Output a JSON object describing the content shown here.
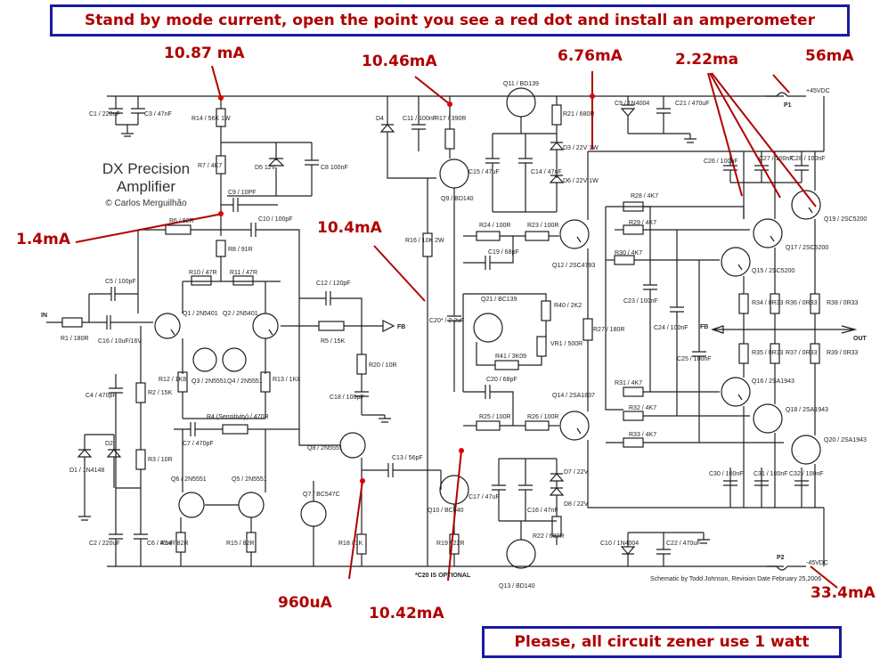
{
  "header_note": "Stand by mode current, open the point you see a red dot and install an amperometer",
  "footer_note": "Please, all circuit zener use 1 watt",
  "title": {
    "line1": "DX Precision",
    "line2": "Amplifier",
    "credit": "© Carlos Merguilhão"
  },
  "currents": {
    "c1087": "10.87 mA",
    "c1046": "10.46mA",
    "c676": "6.76mA",
    "c222": "2.22ma",
    "c56": "56mA",
    "c14": "1.4mA",
    "c104": "10.4mA",
    "c960": "960uA",
    "c1042": "10.42mA",
    "c334": "33.4mA"
  },
  "footnotes": {
    "optional": "*C20 IS OPTIONAL",
    "schematic": "Schematic by Todd Johnson, Revision Date February 25,2006"
  },
  "labels": {
    "in": "IN",
    "out": "OUT",
    "fb": "FB",
    "p1": "P1",
    "p2": "P2",
    "pos_rail": "+45VDC",
    "neg_rail": "-45VDC",
    "r14": "R14 / 56K 1W",
    "r7": "R7 / 4K7",
    "r6": "R6 / 82R",
    "c10": "C10 / 100pF",
    "c9": "C9 / 10PF",
    "d5": "D5 12V",
    "c8": "C8 100nF",
    "c1": "C1 / 220uF",
    "c3": "C3 / 47nF",
    "r8": "R8 / 91R",
    "r10": "R10 / 47R",
    "r11": "R11 / 47R",
    "c5": "C5 / 100pF",
    "c16": "C16 / 10uF/16V",
    "r1": "R1 / 180R",
    "q1": "Q1 / 2N5401",
    "q2": "Q2 / 2N5401",
    "q3": "Q3 / 2N5551",
    "q4": "Q4 / 2N5551",
    "r12": "R12 / 1K8",
    "r13": "R13 / 1K8",
    "c12": "C12 / 120pF",
    "r5": "R5 / 15K",
    "r20": "R20 / 10R",
    "c18": "C18 / 100pF",
    "c4": "C4 / 470pF",
    "r2": "R2 / 15K",
    "r3": "R3 / 10R",
    "c7": "C7 / 470pF",
    "r4": "R4 (Sensitivity) / 470R",
    "q6": "Q6 / 2N5551",
    "q5": "Q5 / 2N5551",
    "q8": "Q8 / 2N5551",
    "q7": "Q7 / BC547C",
    "d1": "D1 / 1N4148",
    "d2": "D2",
    "c2": "C2 / 220uF",
    "c6": "C6 / 47nF",
    "r14b": "R14 / 82R",
    "r15": "R15 / 82R",
    "r18": "R18 / 1K",
    "c13": "C13 / 56pF",
    "q10": "Q10 / BC640",
    "r19": "R19 / 22R",
    "d4": "D4",
    "c11": "C11 / 100nF",
    "r17": "R17 / 390R",
    "q9": "Q9 / BD140",
    "r16": "R16 / 10K 2W",
    "q11": "Q11 / BD139",
    "r21": "R21 / 680R",
    "d3": "D3 / 22V 1W",
    "c15": "C15 / 47uF",
    "c14": "C14 / 47nF",
    "d6": "D6 / 22V 1W",
    "c9b": "C9 / 1N4004",
    "c21": "C21 / 470uF",
    "r24": "R24 / 100R",
    "r23": "R23 / 100R",
    "c19": "C19 / 68pF",
    "q21": "Q21 / BC139",
    "c20": "C20* / 2.2uF",
    "r40": "R40 / 2K2",
    "vr1": "VR1 / 500R",
    "r41": "R41 / 3K09",
    "c20b": "C20 / 68pF",
    "r25": "R25 / 100R",
    "r26": "R26 / 100R",
    "q12": "Q12 / 2SC4793",
    "q14": "Q14 / 2SA1837",
    "q13": "Q13 / BD140",
    "c17": "C17 / 47uF",
    "d7": "D7 / 22V",
    "d8": "D8 / 22V",
    "c16b": "C16 / 47nF",
    "r22": "R22 / 680R",
    "c10b": "C10 / 1N4004",
    "c22": "C22 / 470uF",
    "r27": "R27 / 180R",
    "r28": "R28 / 4K7",
    "r29": "R29 / 4K7",
    "r30": "R30 / 4K7",
    "r31": "R31 / 4K7",
    "r32": "R32 / 4K7",
    "r33": "R33 / 4K7",
    "c23": "C23 / 100nF",
    "c24": "C24 / 100nF",
    "c25": "C25 / 100nF",
    "c26": "C26 / 100nF",
    "c27": "C27 / 100nF",
    "c28": "C28 / 100nF",
    "q15": "Q15 / 2SC5200",
    "q17": "Q17 / 2SC5200",
    "q19": "Q19 / 2SC5200",
    "q16": "Q16 / 2SA1943",
    "q18": "Q18 / 2SA1943",
    "q20": "Q20 / 2SA1943",
    "r34": "R34 / 0R33",
    "r35": "R35 / 0R33",
    "r36": "R36 / 0R33",
    "r37": "R37 / 0R33",
    "r38": "R38 / 0R33",
    "r39": "R39 / 0R33",
    "c30": "C30 / 100nF",
    "c31": "C31 / 100nF",
    "c32": "C32 / 100nF"
  }
}
